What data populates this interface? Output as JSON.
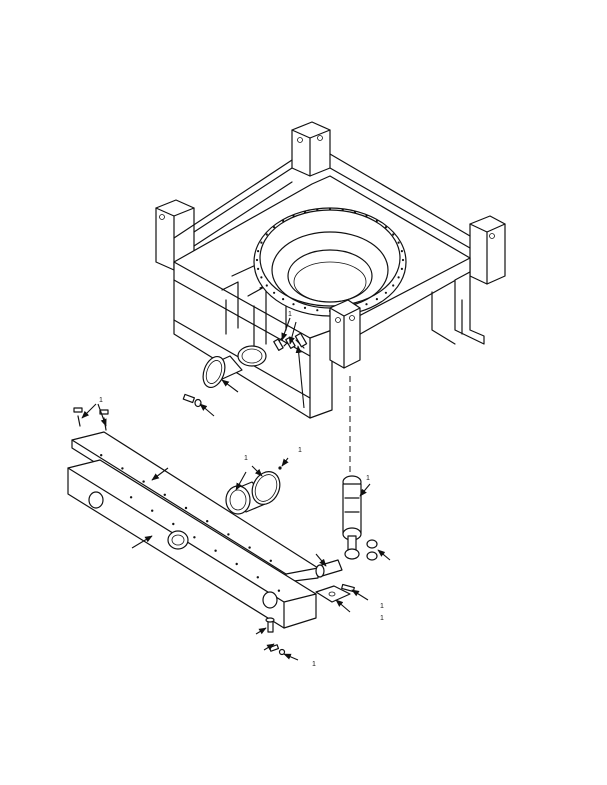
{
  "figure": {
    "background": "#ffffff",
    "line_color": "#111111",
    "callout_marks": [
      "1",
      "1",
      "1",
      "1",
      "1",
      "1",
      "1",
      "1"
    ]
  }
}
